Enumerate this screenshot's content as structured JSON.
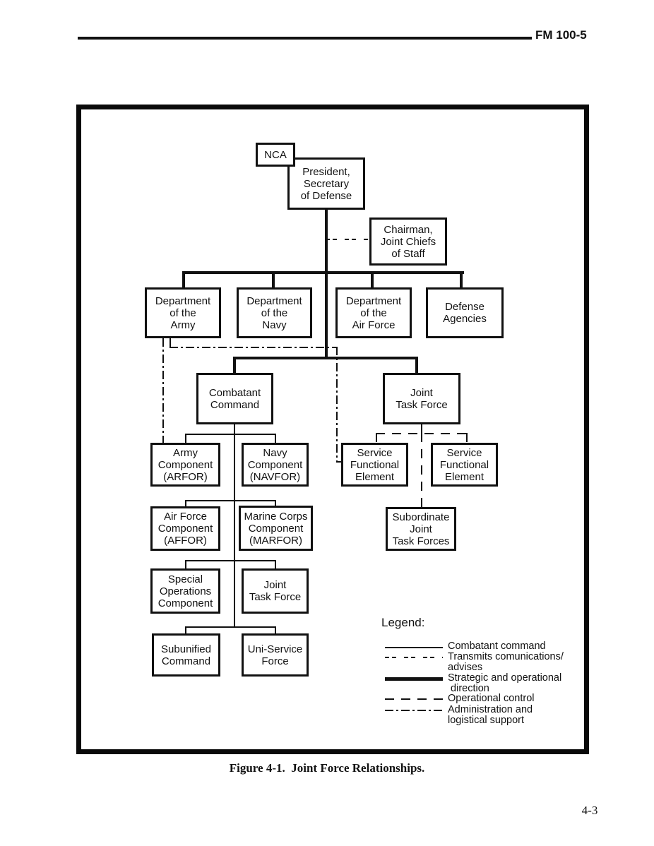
{
  "page": {
    "header_label": "FM 100-5",
    "caption": "Figure 4-1.  Joint Force Relationships.",
    "page_number": "4-3"
  },
  "diagram": {
    "nodes": {
      "nca": "NCA",
      "president": "President,\nSecretary\nof Defense",
      "chairman": "Chairman,\nJoint Chiefs\nof Staff",
      "dept_army": "Department\nof the\nArmy",
      "dept_navy": "Department\nof the\nNavy",
      "dept_air_force": "Department\nof the\nAir Force",
      "defense_agencies": "Defense\nAgencies",
      "combatant_command": "Combatant\nCommand",
      "joint_task_force": "Joint\nTask Force",
      "army_component": "Army\nComponent\n(ARFOR)",
      "navy_component": "Navy\nComponent\n(NAVFOR)",
      "service_functional_element_1": "Service\nFunctional\nElement",
      "service_functional_element_2": "Service\nFunctional\nElement",
      "air_force_component": "Air Force\nComponent\n(AFFOR)",
      "marine_corps_component": "Marine Corps\nComponent\n(MARFOR)",
      "subordinate_joint_task_forces": "Subordinate\nJoint\nTask Forces",
      "special_operations_component": "Special\nOperations\nComponent",
      "joint_task_force_2": "Joint\nTask Force",
      "subunified_command": "Subunified\nCommand",
      "uni_service_force": "Uni-Service\nForce"
    },
    "legend": {
      "title": "Legend:",
      "items": [
        {
          "style": "thin-solid",
          "label": "Combatant command"
        },
        {
          "style": "small-dash",
          "label": "Transmits comunications/\nadvises"
        },
        {
          "style": "thick-solid",
          "label": "Strategic and operational\n direction"
        },
        {
          "style": "long-dash",
          "label": "Operational control"
        },
        {
          "style": "dash-dot",
          "label": "Administration and\nlogistical support"
        }
      ]
    }
  },
  "colors": {
    "ink": "#111111",
    "paper": "#ffffff"
  }
}
